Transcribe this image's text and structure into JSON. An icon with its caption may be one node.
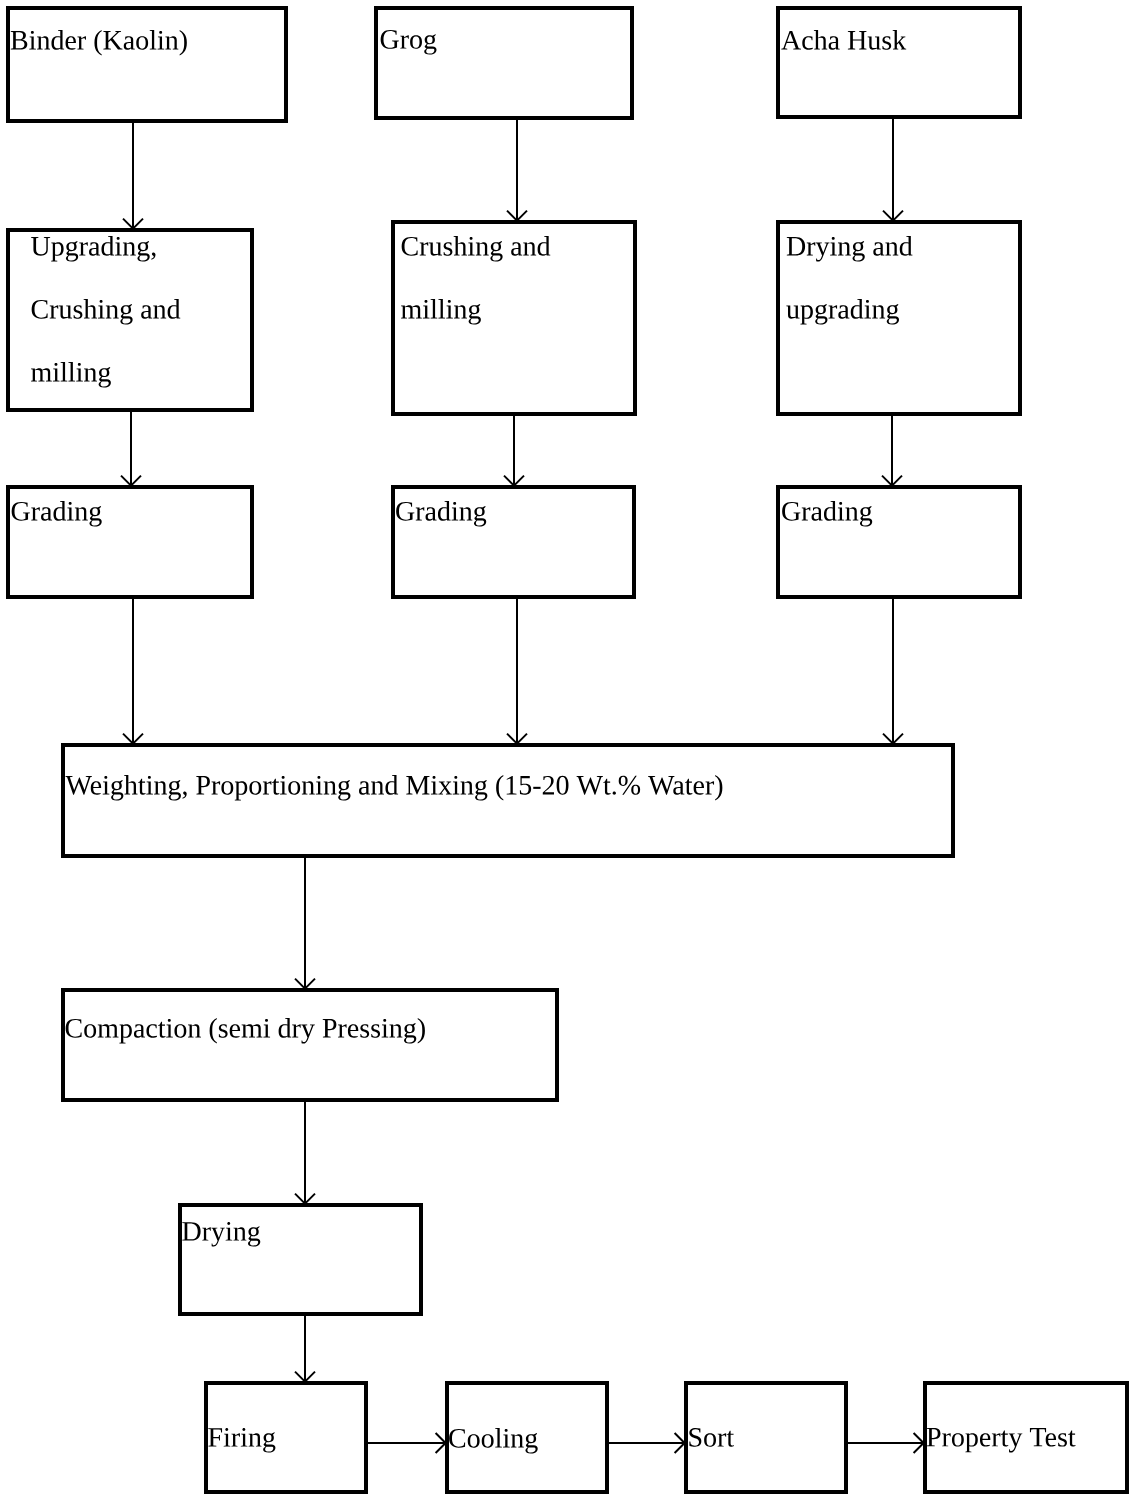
{
  "diagram": {
    "nodes": [
      {
        "text": [
          "Binder (Kaolin)"
        ]
      },
      {
        "text": [
          "Grog"
        ]
      },
      {
        "text": [
          "Acha Husk"
        ]
      },
      {
        "text": [
          "Upgrading, Crushing and milling"
        ]
      },
      {
        "text": [
          "Crushing and milling"
        ]
      },
      {
        "text": [
          "Drying and upgrading"
        ]
      },
      {
        "text": [
          "Grading"
        ]
      },
      {
        "text": [
          "Grading"
        ]
      },
      {
        "text": [
          "Grading"
        ]
      },
      {
        "text": [
          "Weighting, Proportioning and Mixing (15-20 Wt.% Water)"
        ]
      },
      {
        "text": [
          "Compaction (semi dry Pressing)"
        ]
      },
      {
        "text": [
          "Drying"
        ]
      },
      {
        "text": [
          "Firing"
        ]
      },
      {
        "text": [
          "Cooling"
        ]
      },
      {
        "text": [
          "Sort"
        ]
      },
      {
        "text": [
          "Property Test"
        ]
      }
    ],
    "edges": [
      {
        "from": 0,
        "to": 3,
        "arrow": "to"
      },
      {
        "from": 1,
        "to": 4,
        "arrow": "to"
      },
      {
        "from": 2,
        "to": 5,
        "arrow": "to"
      },
      {
        "from": 3,
        "to": 6,
        "arrow": "to"
      },
      {
        "from": 4,
        "to": 7,
        "arrow": "to"
      },
      {
        "from": 5,
        "to": 8,
        "arrow": "to"
      },
      {
        "from": 6,
        "to": 9,
        "arrow": "to"
      },
      {
        "from": 7,
        "to": 9,
        "arrow": "to"
      },
      {
        "from": 8,
        "to": 9,
        "arrow": "to"
      },
      {
        "from": 9,
        "to": 10,
        "arrow": "to"
      },
      {
        "from": 10,
        "to": 11,
        "arrow": "to"
      },
      {
        "from": 11,
        "to": 12,
        "arrow": "to"
      },
      {
        "from": 12,
        "to": 13,
        "arrow": "to"
      },
      {
        "from": 13,
        "to": 14,
        "arrow": "to"
      },
      {
        "from": 14,
        "to": 15,
        "arrow": "to"
      }
    ]
  }
}
